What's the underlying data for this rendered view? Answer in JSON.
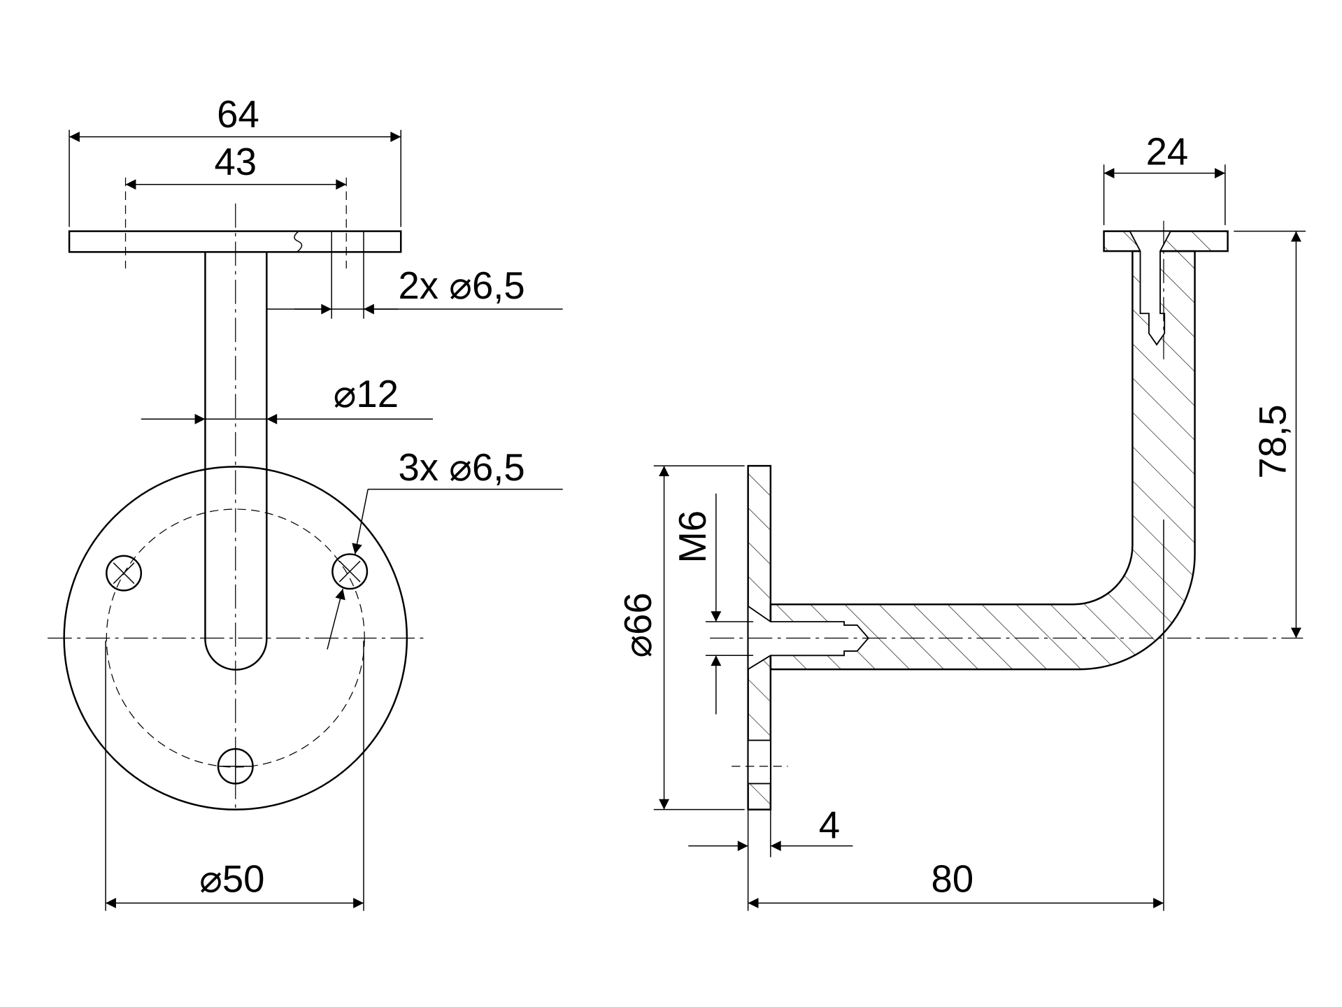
{
  "front_view": {
    "dim_plate_width": "64",
    "dim_hole_spacing": "43",
    "dim_plate_holes": "2x ⌀6,5",
    "dim_tube_diameter": "⌀12",
    "dim_rosette_holes": "3x ⌀6,5",
    "dim_bolt_circle": "⌀50"
  },
  "side_view": {
    "dim_top_plate": "24",
    "dim_height": "78,5",
    "dim_rosette_diameter": "⌀66",
    "dim_thread": "M6",
    "dim_rosette_thickness": "4",
    "dim_projection": "80"
  },
  "colors": {
    "line": "#000000",
    "background": "#ffffff"
  }
}
